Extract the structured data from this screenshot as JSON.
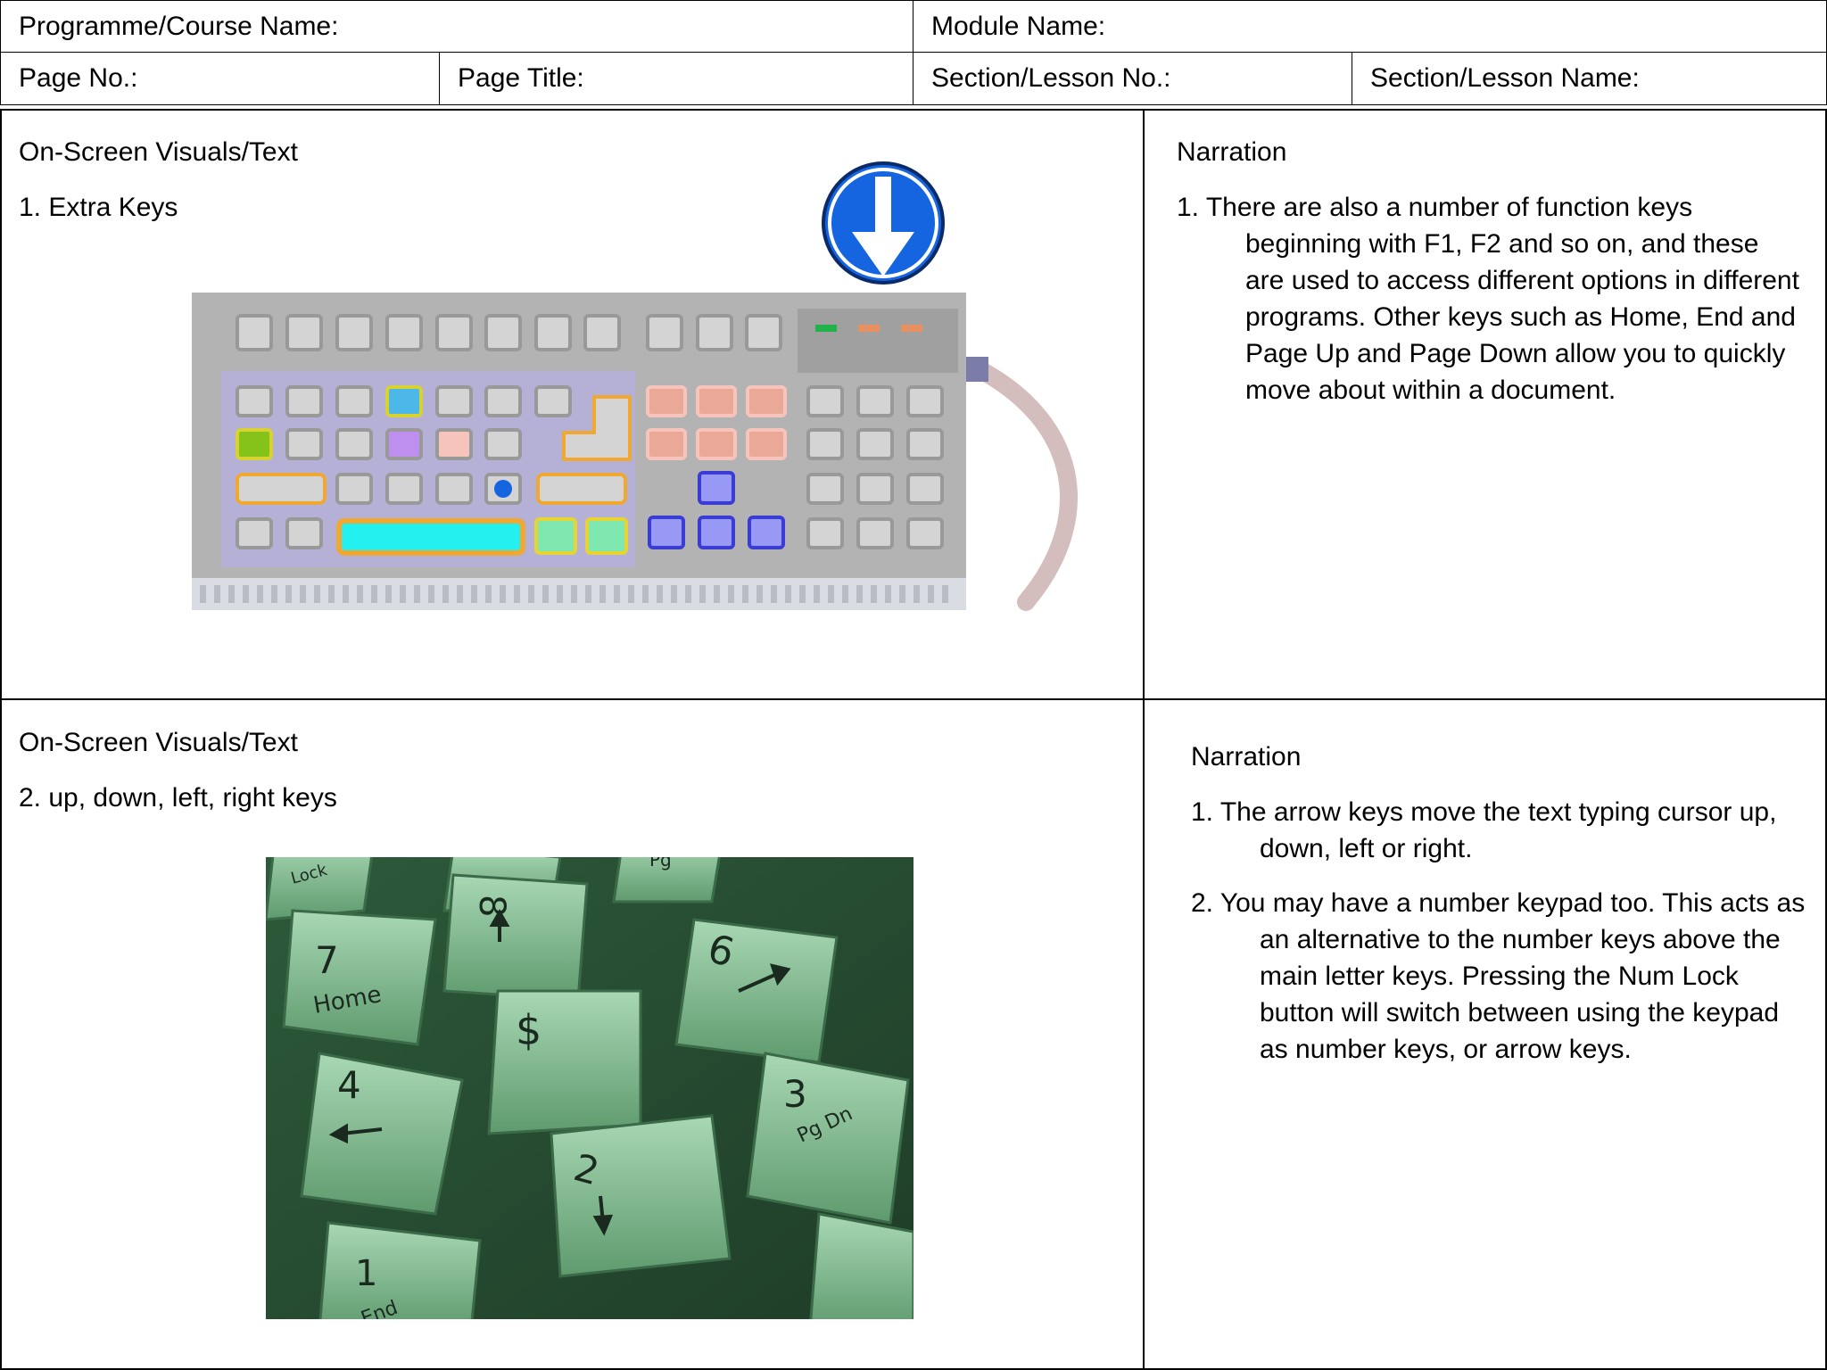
{
  "header": {
    "programme_label": "Programme/Course Name:",
    "module_label": "Module Name:",
    "page_no_label": "Page No.:",
    "page_title_label": "Page Title:",
    "section_no_label": "Section/Lesson No.:",
    "section_name_label": "Section/Lesson Name:"
  },
  "frames": [
    {
      "visuals_heading": "On-Screen Visuals/Text",
      "visuals_item": "1.  Extra Keys",
      "narration_heading": "Narration",
      "narration_items": [
        "1. There are also a number of function keys beginning with F1, F2 and so on, and these are used to access different options in different programs. Other keys such as Home, End and Page Up and Page Down allow you to quickly move about within a document."
      ]
    },
    {
      "visuals_heading": "On-Screen Visuals/Text",
      "visuals_item": "2. up, down, left, right keys",
      "narration_heading": "Narration",
      "narration_items": [
        "1. The arrow keys move the text typing cursor up, down, left or right.",
        "2. You may have a number keypad too. This acts as an alternative to the number keys above the main letter keys. Pressing the Num Lock button will switch between using the keypad as number keys, or arrow keys."
      ]
    }
  ],
  "photo_key_labels": {
    "k7": "7",
    "k7sub": "Home",
    "k8": "8",
    "k6": "6",
    "k4": "4",
    "k5": "$",
    "k3": "3",
    "k3sub": "Pg Dn",
    "k2": "2",
    "k1": "1",
    "k1sub": "End",
    "kpg": "Pg",
    "klock": "Lock"
  },
  "colors": {
    "arrow_sign": "#1565e0",
    "keyboard_body": "#b3b3b3",
    "photo_green": "#4f8a5e"
  }
}
